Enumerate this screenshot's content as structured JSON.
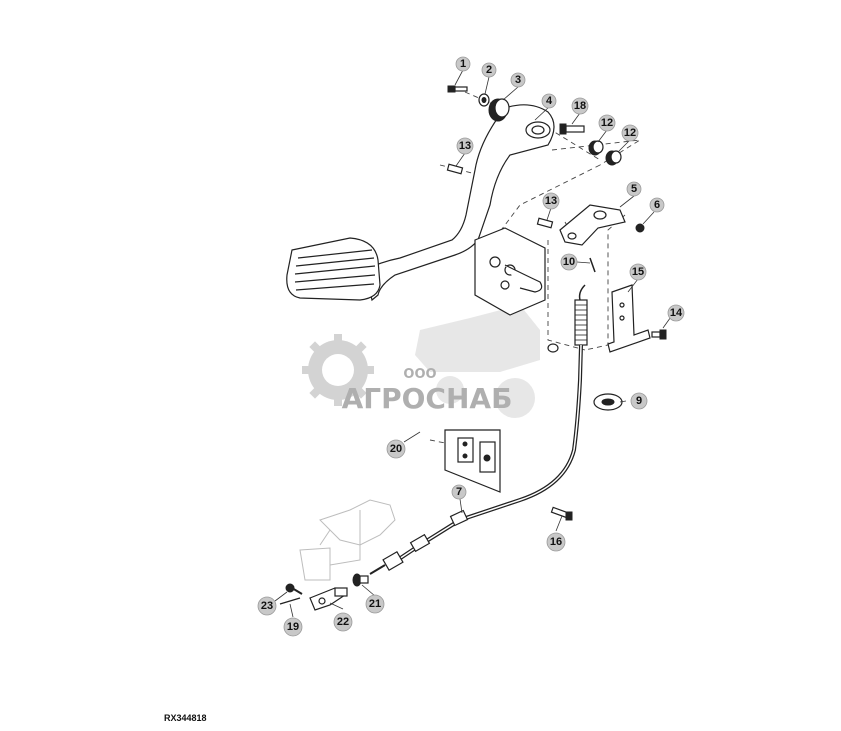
{
  "figure_id": "RX344818",
  "watermark": {
    "line1": "ООО",
    "line2": "АГРОСНАБ"
  },
  "callouts": [
    "1",
    "2",
    "3",
    "4",
    "18",
    "12",
    "12",
    "13",
    "5",
    "6",
    "13",
    "10",
    "15",
    "14",
    "9",
    "20",
    "7",
    "16",
    "21",
    "22",
    "23",
    "19"
  ]
}
